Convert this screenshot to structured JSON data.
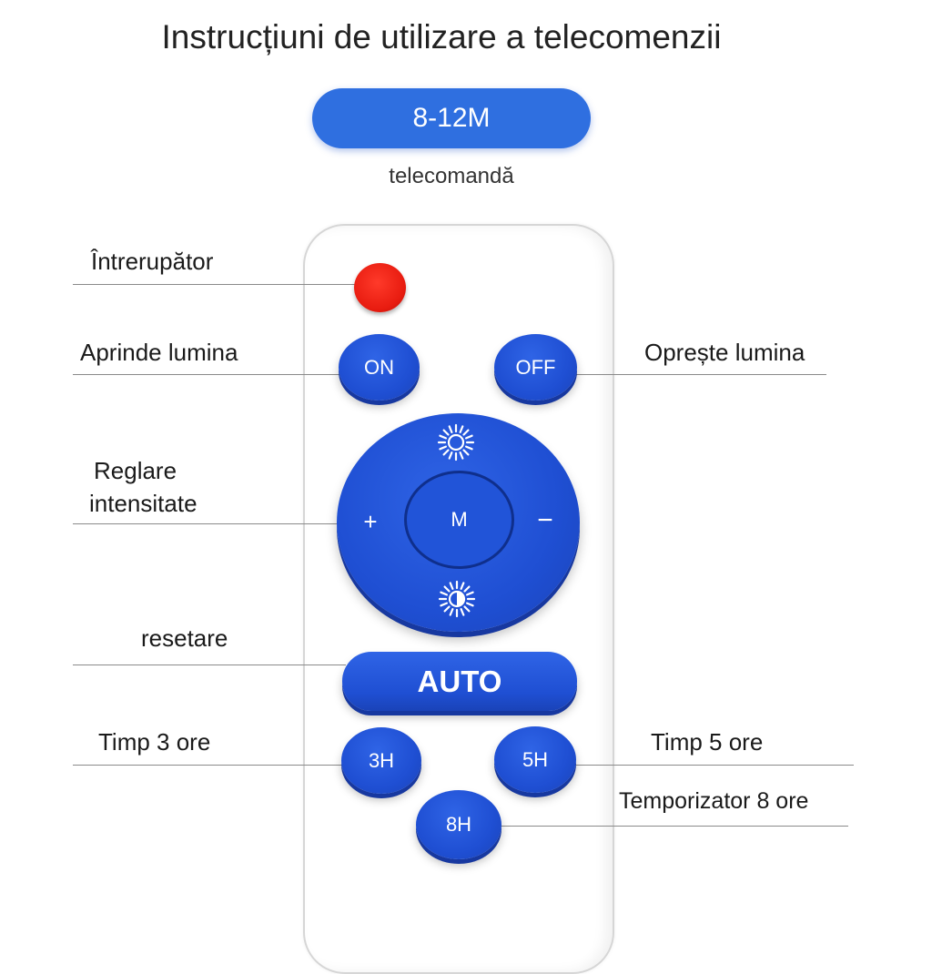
{
  "title": "Instrucțiuni de utilizare a telecomenzii",
  "range": "8-12M",
  "subtitle": "telecomandă",
  "labels": {
    "switch": "Întrerupător",
    "on": "Aprinde lumina",
    "off": "Oprește lumina",
    "intensity_line1": "Reglare",
    "intensity_line2": "intensitate",
    "reset": "resetare",
    "timer3": "Timp 3 ore",
    "timer5": "Timp 5 ore",
    "timer8": "Temporizator 8 ore"
  },
  "buttons": {
    "on": "ON",
    "off": "OFF",
    "plus": "+",
    "center": "M",
    "minus": "−",
    "auto": "AUTO",
    "h3": "3H",
    "h5": "5H",
    "h8": "8H"
  },
  "icons": {
    "power": "power-button",
    "bright_up": "sun-bright-icon",
    "bright_down": "sun-dim-icon"
  },
  "colors": {
    "button_blue": "#1f4fd3",
    "power_red": "#e81c10",
    "pill_blue": "#2f6fe0"
  }
}
